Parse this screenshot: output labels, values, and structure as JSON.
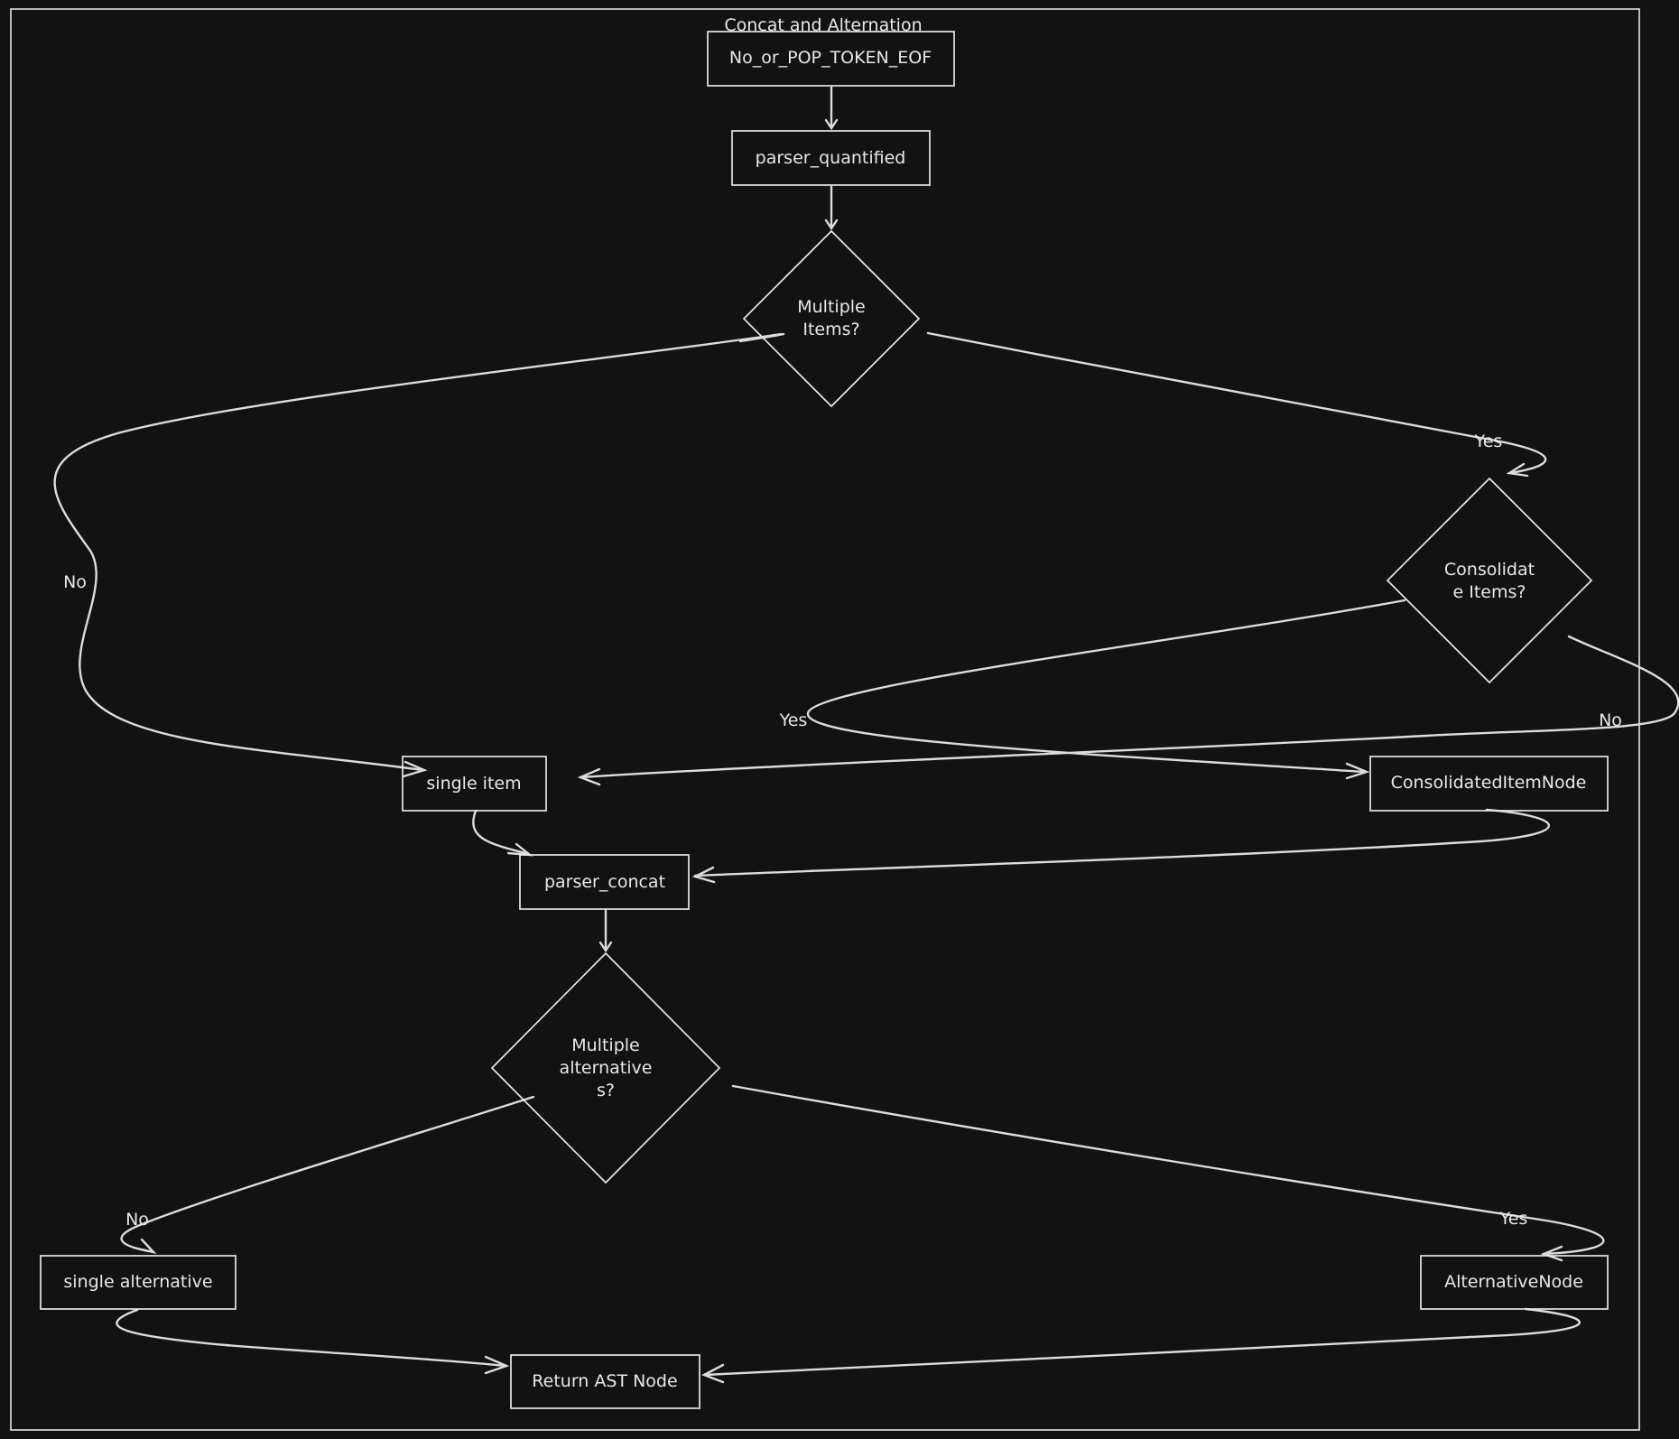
{
  "frame": {
    "title": "Concat and Alternation"
  },
  "nodes": {
    "no_or_pop": "No_or_POP_TOKEN_EOF",
    "parser_quantified": "parser_quantified",
    "multiple_items": [
      "Multiple",
      "Items?"
    ],
    "consolidate_items": [
      "Consolidat",
      "e Items?"
    ],
    "single_item": "single item",
    "consolidated_item_node": "ConsolidatedItemNode",
    "parser_concat": "parser_concat",
    "multiple_alternatives": [
      "Multiple",
      "alternative",
      "s?"
    ],
    "single_alternative": "single alternative",
    "alternative_node": "AlternativeNode",
    "return_ast_node": "Return AST Node"
  },
  "edge_labels": {
    "multiple_items_no": "No",
    "multiple_items_yes": "Yes",
    "consolidate_yes": "Yes",
    "consolidate_no": "No",
    "alternatives_no": "No",
    "alternatives_yes": "Yes"
  },
  "colors": {
    "background": "#121212",
    "stroke": "#e6e6e6",
    "text": "#e8e8e8"
  }
}
